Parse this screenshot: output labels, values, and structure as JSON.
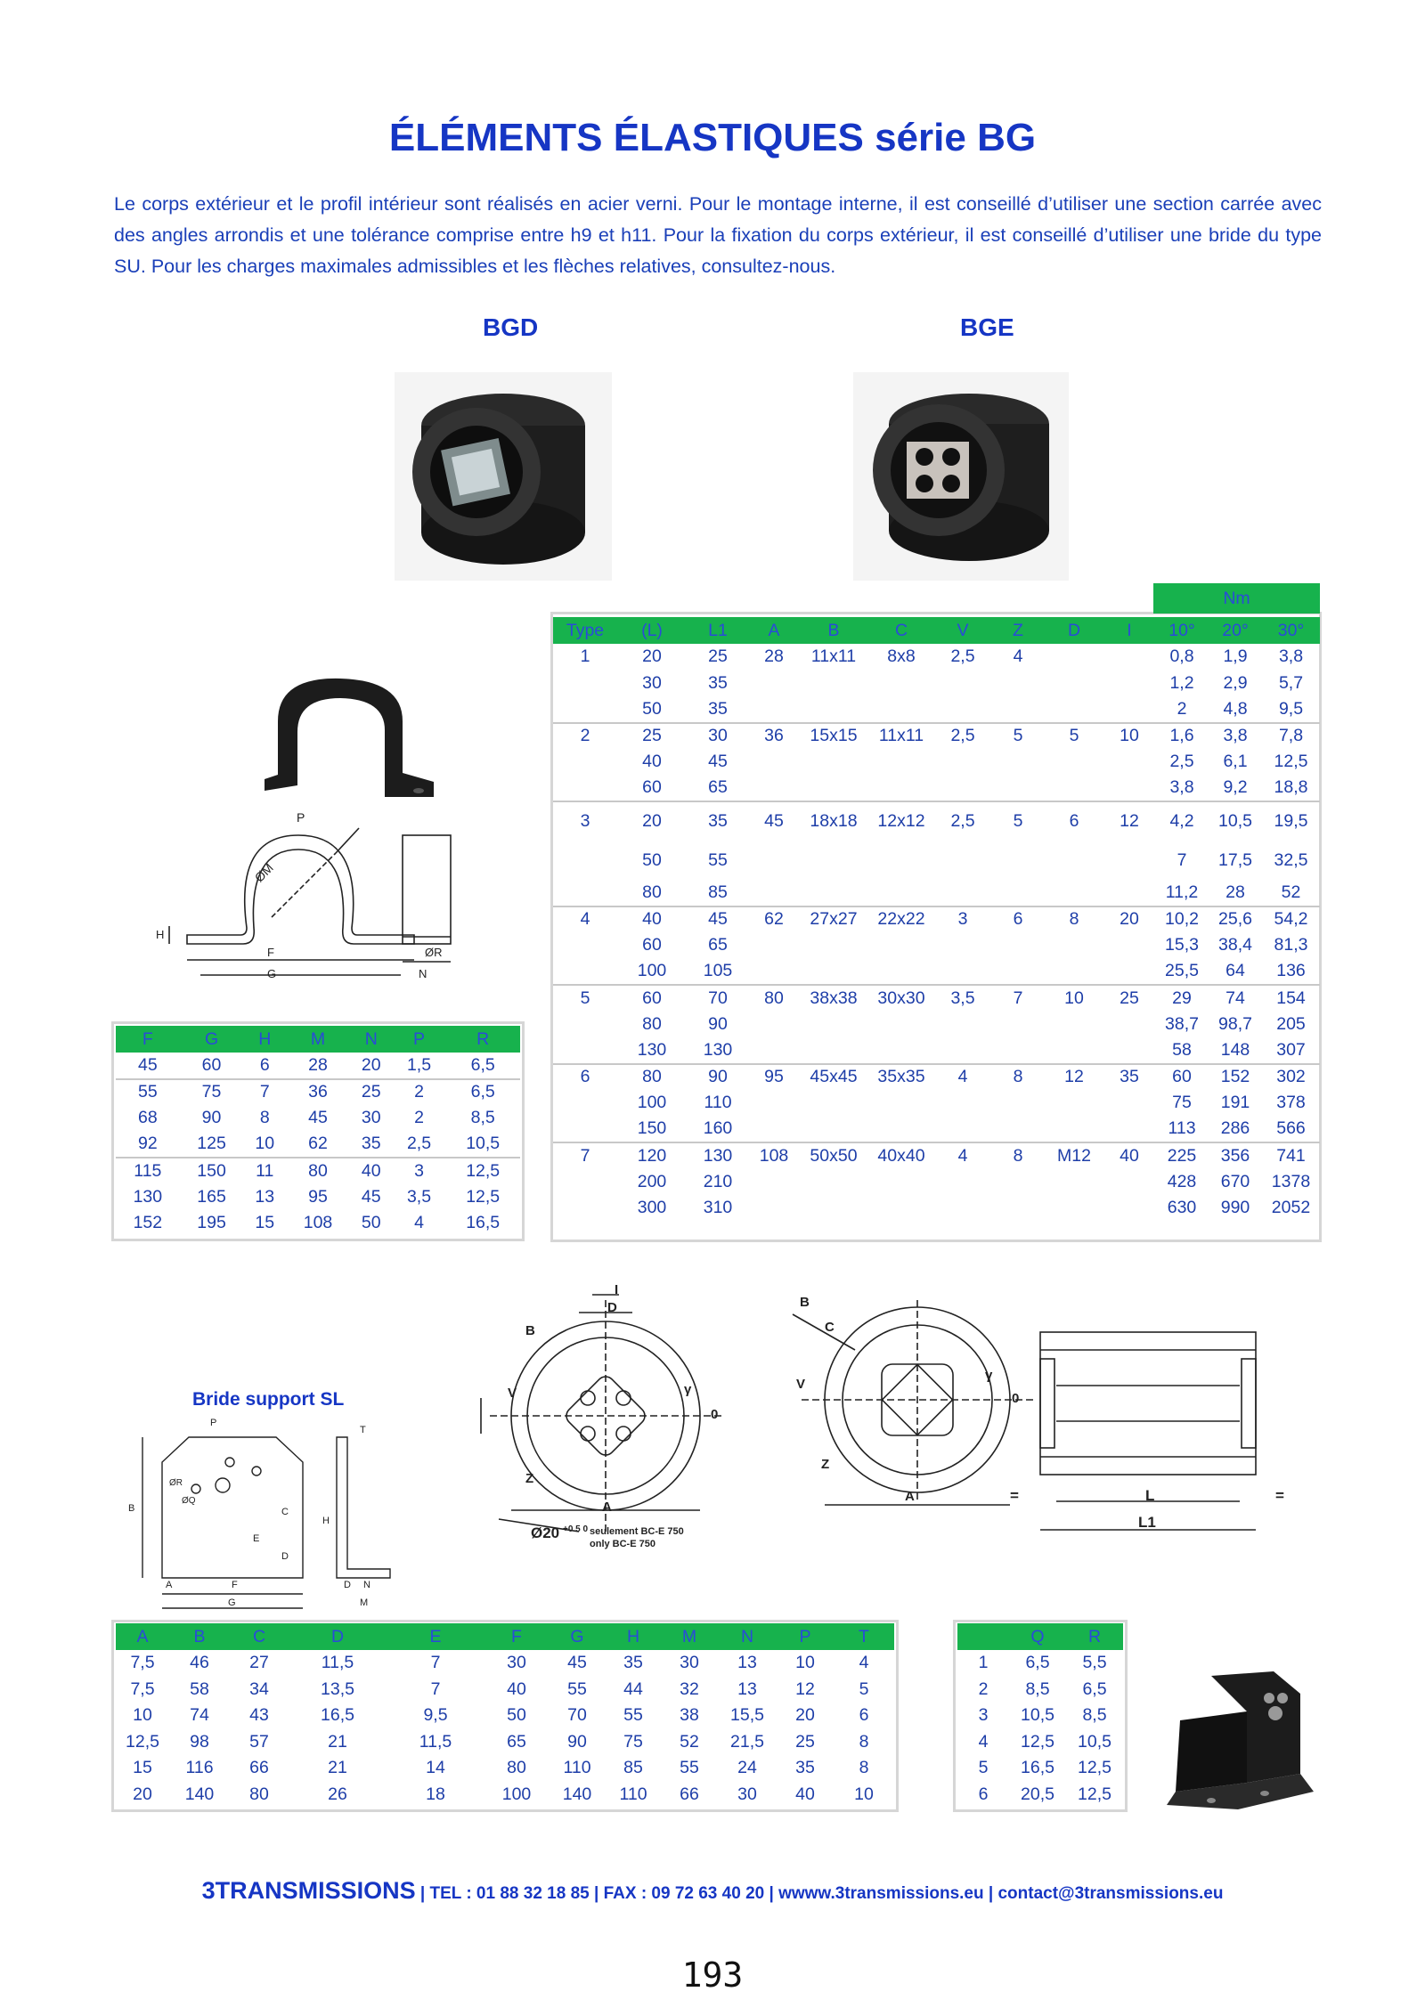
{
  "title": "ÉLÉMENTS ÉLASTIQUES série BG",
  "intro": "Le corps extérieur et le profil intérieur sont réalisés en acier verni. Pour le montage interne, il est conseillé d’utiliser une section carrée avec des angles arrondis et une tolérance comprise entre h9 et h11. Pour la fixation du corps extérieur, il est conseillé d’utiliser une bride du type SU. Pour les charges maximales admissibles et les flèches relatives, consultez-nous.",
  "sections": {
    "bgd": "BGD",
    "bge": "BGE",
    "bride": "Bride support SL"
  },
  "main_table": {
    "nm_label": "Nm",
    "headers": [
      "Type",
      "(L)",
      "L1",
      "A",
      "B",
      "C",
      "V",
      "Z",
      "D",
      "I",
      "10°",
      "20°",
      "30°"
    ],
    "rows": [
      [
        "1",
        "20",
        "25",
        "28",
        "11x11",
        "8x8",
        "2,5",
        "4",
        "",
        "",
        "0,8",
        "1,9",
        "3,8"
      ],
      [
        "",
        "30",
        "35",
        "",
        "",
        "",
        "",
        "",
        "",
        "",
        "1,2",
        "2,9",
        "5,7"
      ],
      [
        "",
        "50",
        "35",
        "",
        "",
        "",
        "",
        "",
        "",
        "",
        "2",
        "4,8",
        "9,5"
      ],
      [
        "2",
        "25",
        "30",
        "36",
        "15x15",
        "11x11",
        "2,5",
        "5",
        "5",
        "10",
        "1,6",
        "3,8",
        "7,8"
      ],
      [
        "",
        "40",
        "45",
        "",
        "",
        "",
        "",
        "",
        "",
        "",
        "2,5",
        "6,1",
        "12,5"
      ],
      [
        "",
        "60",
        "65",
        "",
        "",
        "",
        "",
        "",
        "",
        "",
        "3,8",
        "9,2",
        "18,8"
      ],
      [
        "3",
        "20",
        "35",
        "45",
        "18x18",
        "12x12",
        "2,5",
        "5",
        "6",
        "12",
        "4,2",
        "10,5",
        "19,5"
      ],
      [
        "",
        "50",
        "55",
        "",
        "",
        "",
        "",
        "",
        "",
        "",
        "7",
        "17,5",
        "32,5"
      ],
      [
        "",
        "80",
        "85",
        "",
        "",
        "",
        "",
        "",
        "",
        "",
        "11,2",
        "28",
        "52"
      ],
      [
        "4",
        "40",
        "45",
        "62",
        "27x27",
        "22x22",
        "3",
        "6",
        "8",
        "20",
        "10,2",
        "25,6",
        "54,2"
      ],
      [
        "",
        "60",
        "65",
        "",
        "",
        "",
        "",
        "",
        "",
        "",
        "15,3",
        "38,4",
        "81,3"
      ],
      [
        "",
        "100",
        "105",
        "",
        "",
        "",
        "",
        "",
        "",
        "",
        "25,5",
        "64",
        "136"
      ],
      [
        "5",
        "60",
        "70",
        "80",
        "38x38",
        "30x30",
        "3,5",
        "7",
        "10",
        "25",
        "29",
        "74",
        "154"
      ],
      [
        "",
        "80",
        "90",
        "",
        "",
        "",
        "",
        "",
        "",
        "",
        "38,7",
        "98,7",
        "205"
      ],
      [
        "",
        "130",
        "130",
        "",
        "",
        "",
        "",
        "",
        "",
        "",
        "58",
        "148",
        "307"
      ],
      [
        "6",
        "80",
        "90",
        "95",
        "45x45",
        "35x35",
        "4",
        "8",
        "12",
        "35",
        "60",
        "152",
        "302"
      ],
      [
        "",
        "100",
        "110",
        "",
        "",
        "",
        "",
        "",
        "",
        "",
        "75",
        "191",
        "378"
      ],
      [
        "",
        "150",
        "160",
        "",
        "",
        "",
        "",
        "",
        "",
        "",
        "113",
        "286",
        "566"
      ],
      [
        "7",
        "120",
        "130",
        "108",
        "50x50",
        "40x40",
        "4",
        "8",
        "M12",
        "40",
        "225",
        "356",
        "741"
      ],
      [
        "",
        "200",
        "210",
        "",
        "",
        "",
        "",
        "",
        "",
        "",
        "428",
        "670",
        "1378"
      ],
      [
        "",
        "300",
        "310",
        "",
        "",
        "",
        "",
        "",
        "",
        "",
        "630",
        "990",
        "2052"
      ]
    ]
  },
  "su_table": {
    "headers": [
      "F",
      "G",
      "H",
      "M",
      "N",
      "P",
      "R"
    ],
    "rows": [
      [
        "45",
        "60",
        "6",
        "28",
        "20",
        "1,5",
        "6,5"
      ],
      [
        "55",
        "75",
        "7",
        "36",
        "25",
        "2",
        "6,5"
      ],
      [
        "68",
        "90",
        "8",
        "45",
        "30",
        "2",
        "8,5"
      ],
      [
        "92",
        "125",
        "10",
        "62",
        "35",
        "2,5",
        "10,5"
      ],
      [
        "115",
        "150",
        "11",
        "80",
        "40",
        "3",
        "12,5"
      ],
      [
        "130",
        "165",
        "13",
        "95",
        "45",
        "3,5",
        "12,5"
      ],
      [
        "152",
        "195",
        "15",
        "108",
        "50",
        "4",
        "16,5"
      ]
    ]
  },
  "sl_table": {
    "headers": [
      "A",
      "B",
      "C",
      "D",
      "E",
      "F",
      "G",
      "H",
      "M",
      "N",
      "P",
      "T"
    ],
    "rows": [
      [
        "7,5",
        "46",
        "27",
        "11,5",
        "7",
        "30",
        "45",
        "35",
        "30",
        "13",
        "10",
        "4"
      ],
      [
        "7,5",
        "58",
        "34",
        "13,5",
        "7",
        "40",
        "55",
        "44",
        "32",
        "13",
        "12",
        "5"
      ],
      [
        "10",
        "74",
        "43",
        "16,5",
        "9,5",
        "50",
        "70",
        "55",
        "38",
        "15,5",
        "20",
        "6"
      ],
      [
        "12,5",
        "98",
        "57",
        "21",
        "11,5",
        "65",
        "90",
        "75",
        "52",
        "21,5",
        "25",
        "8"
      ],
      [
        "15",
        "116",
        "66",
        "21",
        "14",
        "80",
        "110",
        "85",
        "55",
        "24",
        "35",
        "8"
      ],
      [
        "20",
        "140",
        "80",
        "26",
        "18",
        "100",
        "140",
        "110",
        "66",
        "30",
        "40",
        "10"
      ]
    ]
  },
  "qr_table": {
    "headers": [
      "",
      "Q",
      "R"
    ],
    "rows": [
      [
        "1",
        "6,5",
        "5,5"
      ],
      [
        "2",
        "8,5",
        "6,5"
      ],
      [
        "3",
        "10,5",
        "8,5"
      ],
      [
        "4",
        "12,5",
        "10,5"
      ],
      [
        "5",
        "16,5",
        "12,5"
      ],
      [
        "6",
        "20,5",
        "12,5"
      ]
    ]
  },
  "drawing_labels": {
    "clamp": [
      "P",
      "ØM",
      "H",
      "F",
      "G",
      "ØR",
      "N"
    ],
    "section_bgd": [
      "I",
      "D",
      "B",
      "V",
      "Z",
      "A",
      "γ",
      "0"
    ],
    "bgd_note_value": "Ø20",
    "bgd_note_tol": "+0.5 0",
    "bgd_note_1": "seulement BC-E 750",
    "bgd_note_2": "only BC-E 750",
    "section_bge": [
      "B",
      "C",
      "V",
      "Z",
      "A",
      "γ",
      "0"
    ],
    "side": [
      "=",
      "L",
      "=",
      "L1"
    ],
    "sl": [
      "P",
      "T",
      "B",
      "ØR",
      "ØQ",
      "C",
      "E",
      "D",
      "H",
      "A",
      "F",
      "G",
      "D",
      "N",
      "M"
    ]
  },
  "footer": {
    "brand": "3TRANSMISSIONS",
    "rest": " | TEL : 01 88 32 18 85 | FAX : 09 72 63 40 20 | wwww.3transmissions.eu | contact@3transmissions.eu"
  },
  "page_number": "193",
  "colors": {
    "blue": "#1636c4",
    "green": "#17b24d",
    "grid": "#c8c8c8"
  }
}
